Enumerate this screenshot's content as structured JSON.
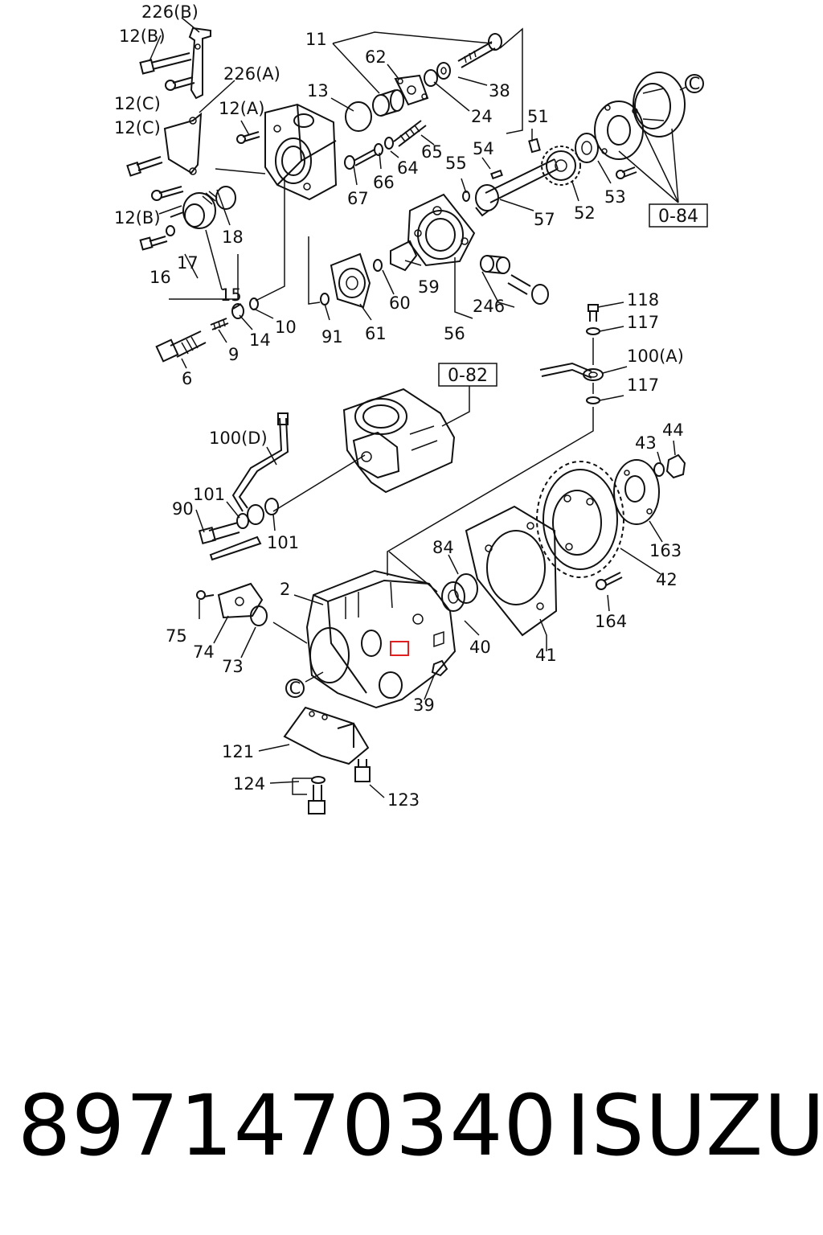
{
  "diagram": {
    "labels": {
      "l226b": "226(B)",
      "l12b_top": "12(B)",
      "l226a": "226(A)",
      "l11": "11",
      "l62": "62",
      "l13": "13",
      "l38": "38",
      "l24": "24",
      "l12c_a": "12(C)",
      "l12c_b": "12(C)",
      "l12a": "12(A)",
      "l51": "51",
      "l65": "65",
      "l64": "64",
      "l66": "66",
      "l67": "67",
      "l54": "54",
      "l55": "55",
      "l52": "52",
      "l53": "53",
      "l57": "57",
      "l12b_mid": "12(B)",
      "l18": "18",
      "l16": "16",
      "l17": "17",
      "l15": "15",
      "l59": "59",
      "l60": "60",
      "l246": "246",
      "l91": "91",
      "l61": "61",
      "l56": "56",
      "l10": "10",
      "l14": "14",
      "l9": "9",
      "l6": "6",
      "l118": "118",
      "l117a": "117",
      "l100a": "100(A)",
      "l117b": "117",
      "l100d": "100(D)",
      "l101a": "101",
      "l90": "90",
      "l101b": "101",
      "l43": "43",
      "l44": "44",
      "l84": "84",
      "l163": "163",
      "l42": "42",
      "l2": "2",
      "l164": "164",
      "l75": "75",
      "l74": "74",
      "l73": "73",
      "l40": "40",
      "l41": "41",
      "l39": "39",
      "l121": "121",
      "l124": "124",
      "l123": "123",
      "ref_c_top": "C",
      "ref_c_bottom": "C"
    },
    "boxed": {
      "b084": "0-84",
      "b082": "0-82"
    },
    "highlight_color": "#e02020"
  },
  "footer": {
    "part_number": "8971470340",
    "brand": "ISUZU"
  }
}
